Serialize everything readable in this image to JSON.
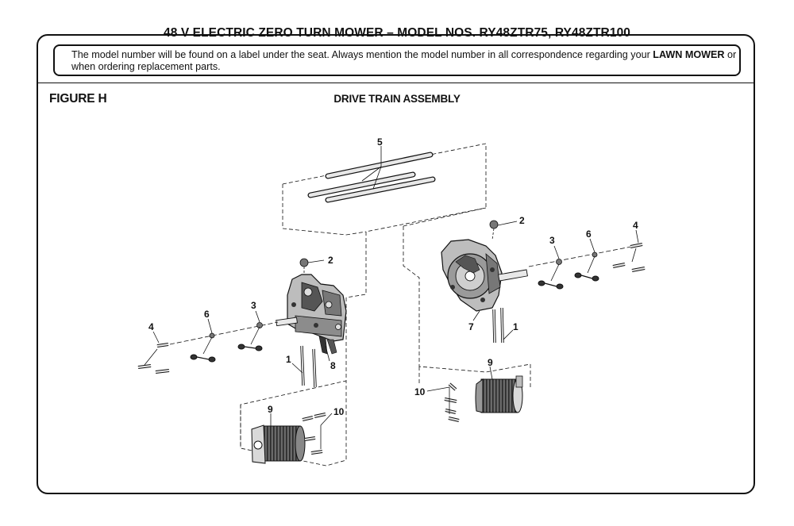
{
  "header": {
    "title": "48 V ELECTRIC ZERO TURN MOWER – MODEL NOS. RY48ZTR75, RY48ZTR100"
  },
  "notice": {
    "text_before": "The model number will be found on a label under the seat. Always mention the model number in all correspondence regarding your ",
    "emphasis": "LAWN MOWER",
    "text_after": " or when ordering replacement parts."
  },
  "figure": {
    "label": "FIGURE H",
    "title": "DRIVE TRAIN ASSEMBLY"
  },
  "callouts": {
    "c1_left": "1",
    "c2_left": "2",
    "c3_left": "3",
    "c4_left": "4",
    "c5": "5",
    "c6_left": "6",
    "c8": "8",
    "c9_left": "9",
    "c10_left": "10",
    "c1_right": "1",
    "c2_right": "2",
    "c3_right": "3",
    "c4_right": "4",
    "c6_right": "6",
    "c7": "7",
    "c9_right": "9",
    "c10_right": "10"
  },
  "colors": {
    "line": "#111111",
    "part_gray": "#8a8a8a",
    "part_dark": "#3a3a3a"
  }
}
